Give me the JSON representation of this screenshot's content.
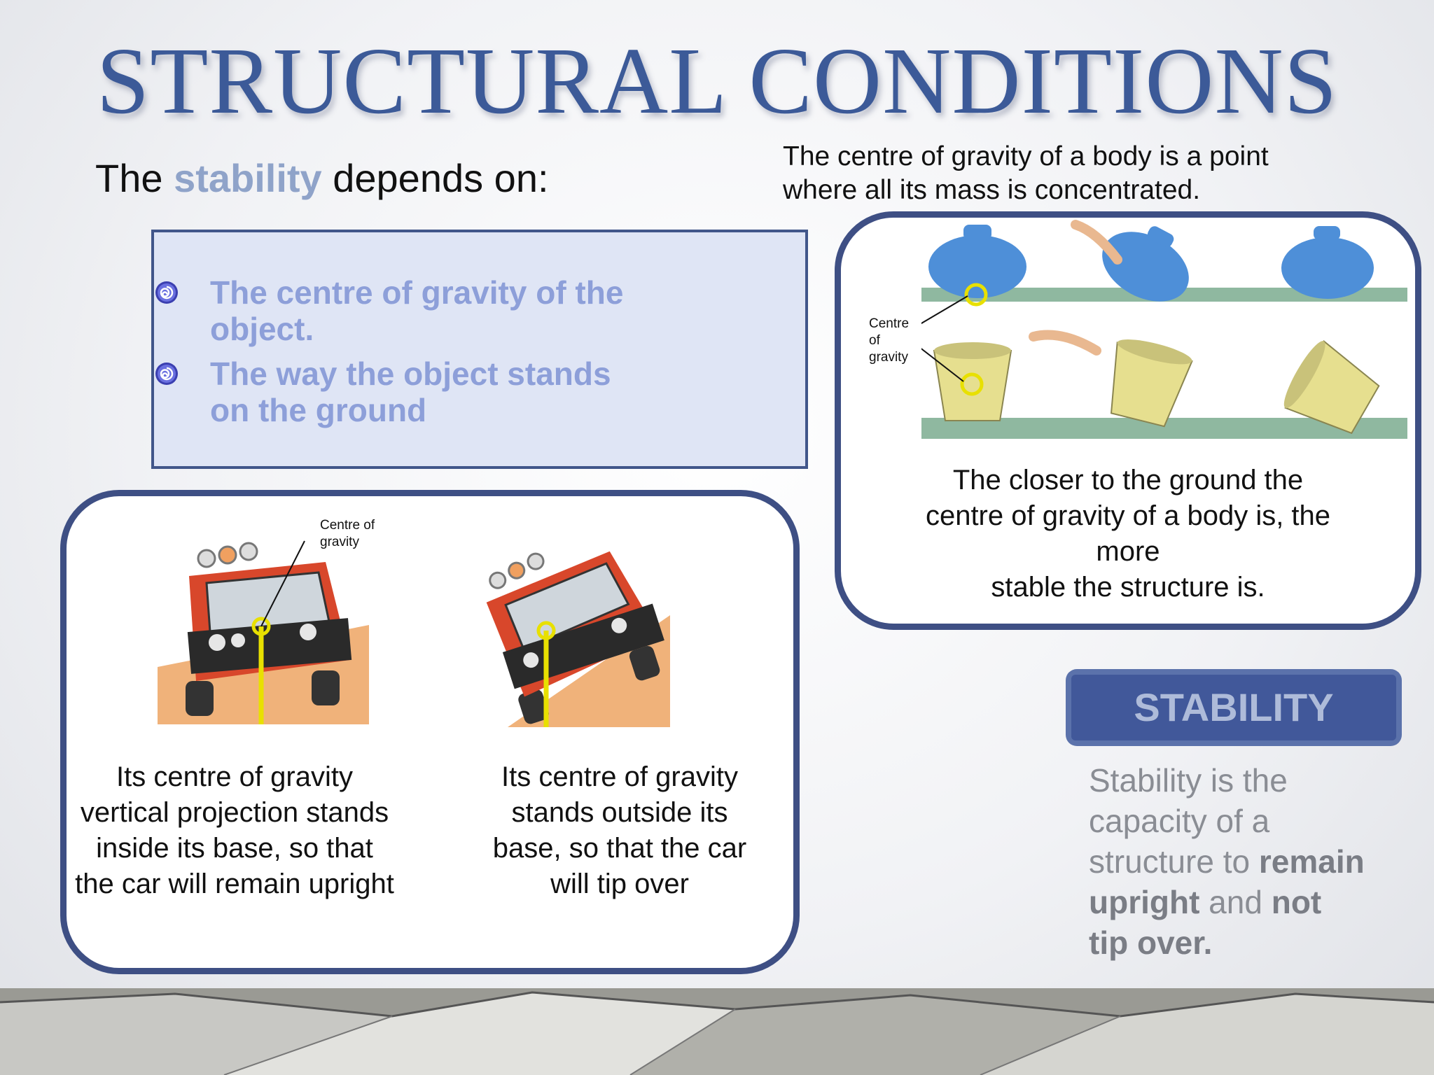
{
  "title": "STRUCTURAL CONDITIONS",
  "intro": {
    "prefix": "The ",
    "highlight": "stability",
    "suffix": " depends on:"
  },
  "cg_definition": {
    "line1": "The centre of gravity of a body is a point",
    "line2": "where all its mass is concentrated."
  },
  "bullets": [
    {
      "line1": "The centre of gravity of the",
      "line2": "object.",
      "icon": "swirl-bullet-icon"
    },
    {
      "line1": "The way the object stands",
      "line2": "on the ground",
      "icon": "swirl-bullet-icon"
    }
  ],
  "cars_panel": {
    "label_line1": "Centre of",
    "label_line2": "gravity",
    "caption_upright": [
      "Its centre of gravity",
      "vertical projection stands",
      "inside its base, so that",
      "the car will remain upright"
    ],
    "caption_tip": [
      "Its centre of gravity",
      "stands outside its",
      "base, so that the car",
      "will tip over"
    ]
  },
  "pots_panel": {
    "label": [
      "Centre",
      "of",
      "gravity"
    ],
    "caption": [
      "The closer to the ground the",
      "centre of gravity of a body is, the",
      "more",
      "stable the structure is."
    ]
  },
  "stability_badge": "STABILITY",
  "stability_def": {
    "t1": "Stability is the",
    "t2": "capacity of a",
    "t3": "structure to ",
    "b1": "remain",
    "b2": "upright",
    "t4": " and ",
    "b3": "not",
    "b4": "tip over."
  },
  "colors": {
    "title": "#3c5a98",
    "panel_border": "#3e4f84",
    "bullet_text": "#8d9fd9",
    "highlight": "#8fa3c9",
    "cg_marker": "#e8e000"
  }
}
